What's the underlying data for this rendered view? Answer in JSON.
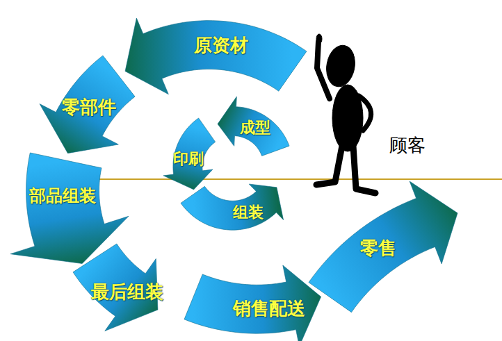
{
  "diagram": {
    "nodes": [
      {
        "text": [
          "原资材"
        ]
      },
      {
        "text": [
          "零部件"
        ]
      },
      {
        "text": [
          "部品组装"
        ]
      },
      {
        "text": [
          "最后组装"
        ]
      },
      {
        "text": [
          "销售配送"
        ]
      },
      {
        "text": [
          "零售"
        ]
      },
      {
        "text": [
          "成型"
        ]
      },
      {
        "text": [
          "印刷"
        ]
      },
      {
        "text": [
          "组装"
        ]
      }
    ],
    "labels": [
      "顾客"
    ]
  }
}
